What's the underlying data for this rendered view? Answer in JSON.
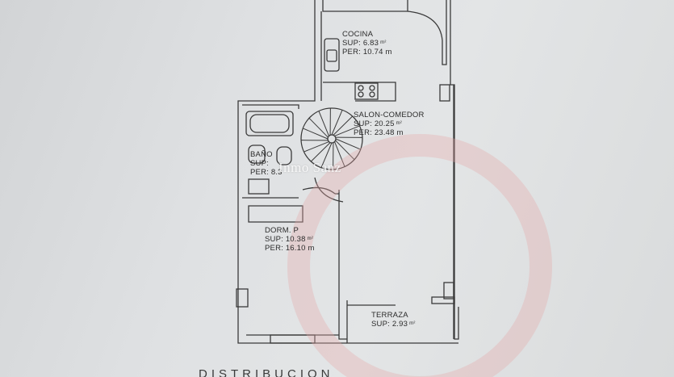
{
  "rooms": {
    "cocina": {
      "name": "COCINA",
      "sup_label": "SUP:",
      "sup_value": "6.83",
      "sup_unit": "m²",
      "per_label": "PER:",
      "per_value": "10.74",
      "per_unit": "m"
    },
    "salon": {
      "name": "SALON-COMEDOR",
      "sup_label": "SUP:",
      "sup_value": "20.25",
      "sup_unit": "m²",
      "per_label": "PER:",
      "per_value": "23.48",
      "per_unit": "m"
    },
    "bano": {
      "name": "BAÑO",
      "sup_label": "SUP:",
      "per_label": "PER:",
      "per_value": "8.3"
    },
    "dormitorio": {
      "name": "DORM. P",
      "sup_label": "SUP:",
      "sup_value": "10.38",
      "sup_unit": "m²",
      "per_label": "PER:",
      "per_value": "16.10",
      "per_unit": "m"
    },
    "terraza": {
      "name": "TERRAZA",
      "sup_label": "SUP:",
      "sup_value": "2.93",
      "sup_unit": "m²"
    }
  },
  "watermark": "Inmo Sanz",
  "footer_text": "DISTRIBUCION"
}
